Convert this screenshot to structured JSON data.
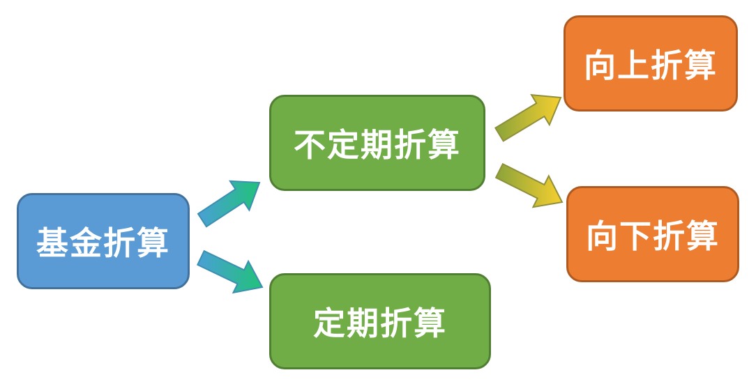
{
  "nodes": {
    "root": "基金折算",
    "irregular": "不定期折算",
    "regular": "定期折算",
    "up": "向上折算",
    "down": "向下折算"
  },
  "colors": {
    "root": "#5b9bd5",
    "level2": "#70ad47",
    "level3": "#ed7d31",
    "arrow_blue_green_start": "#4a9fd6",
    "arrow_blue_green_end": "#21c27a",
    "arrow_yellow_start": "#8aa33a",
    "arrow_yellow_end": "#f6cf2f"
  },
  "edges": [
    {
      "from": "root",
      "to": "irregular"
    },
    {
      "from": "root",
      "to": "regular"
    },
    {
      "from": "irregular",
      "to": "up"
    },
    {
      "from": "irregular",
      "to": "down"
    }
  ]
}
